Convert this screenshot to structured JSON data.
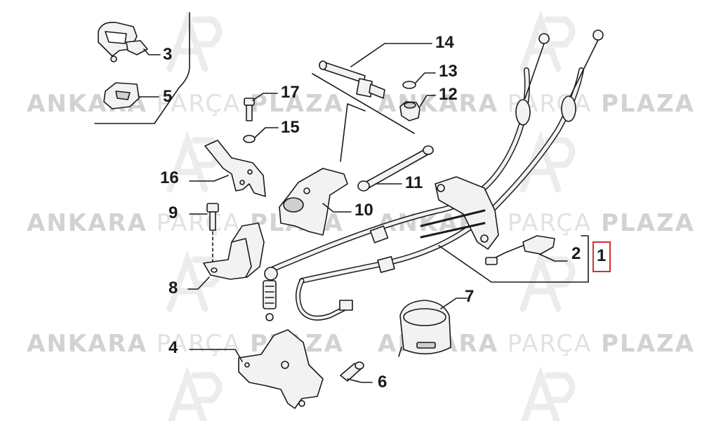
{
  "watermark": {
    "word_bold_1": "ANKARA",
    "word_light": "PARÇA",
    "word_bold_2": "PLAZA"
  },
  "callouts": {
    "c1": "1",
    "c2": "2",
    "c3": "3",
    "c4": "4",
    "c5": "5",
    "c6": "6",
    "c7": "7",
    "c8": "8",
    "c9": "9",
    "c10": "10",
    "c11": "11",
    "c12": "12",
    "c13": "13",
    "c14": "14",
    "c15": "15",
    "c16": "16",
    "c17": "17"
  },
  "colors": {
    "line": "#1a1a1a",
    "part_fill": "#f2f2f2",
    "part_shade": "#cfcfcf",
    "highlight": "#d32f2f",
    "watermark": "#d9d9d9"
  }
}
